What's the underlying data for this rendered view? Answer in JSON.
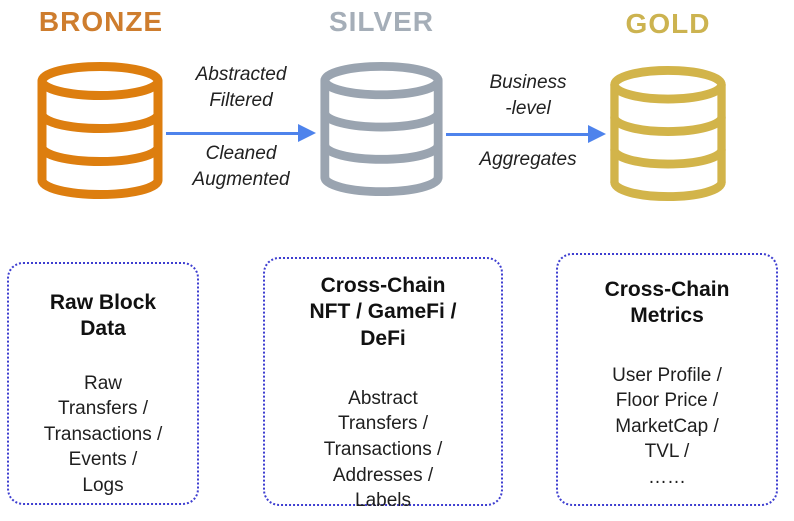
{
  "diagram": {
    "tiers": [
      {
        "name": "BRONZE",
        "title_color": "#ce7d2e",
        "database_color": "#dd7e0f"
      },
      {
        "name": "SILVER",
        "title_color": "#a5aeb8",
        "database_color": "#9aa4b0"
      },
      {
        "name": "GOLD",
        "title_color": "#ccb350",
        "database_color": "#d2b44a"
      }
    ],
    "arrows": [
      {
        "label_top": "Abstracted\nFiltered",
        "label_bottom": "Cleaned\nAugmented",
        "color": "#4e83ec",
        "direction": "right"
      },
      {
        "label_top": "Business\n-level",
        "label_bottom": "Aggregates",
        "color": "#4e83ec",
        "direction": "right"
      }
    ],
    "boxes": [
      {
        "title": "Raw Block\nData",
        "items": "Raw\nTransfers /\nTransactions /\nEvents /\nLogs",
        "border_color": "#3e3ed0"
      },
      {
        "title": "Cross-Chain\nNFT / GameFi /\nDeFi",
        "items": "Abstract\nTransfers /\nTransactions /\nAddresses /\nLabels",
        "border_color": "#3e3ed0"
      },
      {
        "title": "Cross-Chain\nMetrics",
        "items": "User Profile /\nFloor Price /\nMarketCap /\nTVL /\n……",
        "border_color": "#3e3ed0"
      }
    ]
  }
}
